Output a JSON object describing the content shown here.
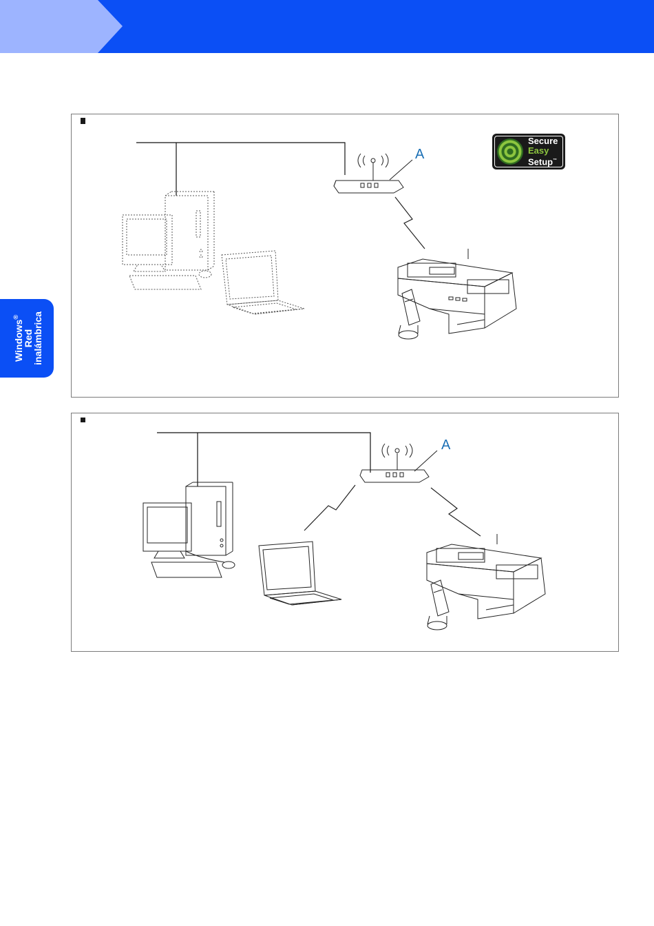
{
  "side_tab": {
    "line1": "Windows",
    "reg": "®",
    "line2": "Red",
    "line3": "inalámbrica"
  },
  "diagram1": {
    "callout": "A",
    "logo": {
      "line1": "Secure",
      "line2": "Easy",
      "line3": "Setup",
      "tm": "™"
    }
  },
  "diagram2": {
    "callout": "A"
  }
}
